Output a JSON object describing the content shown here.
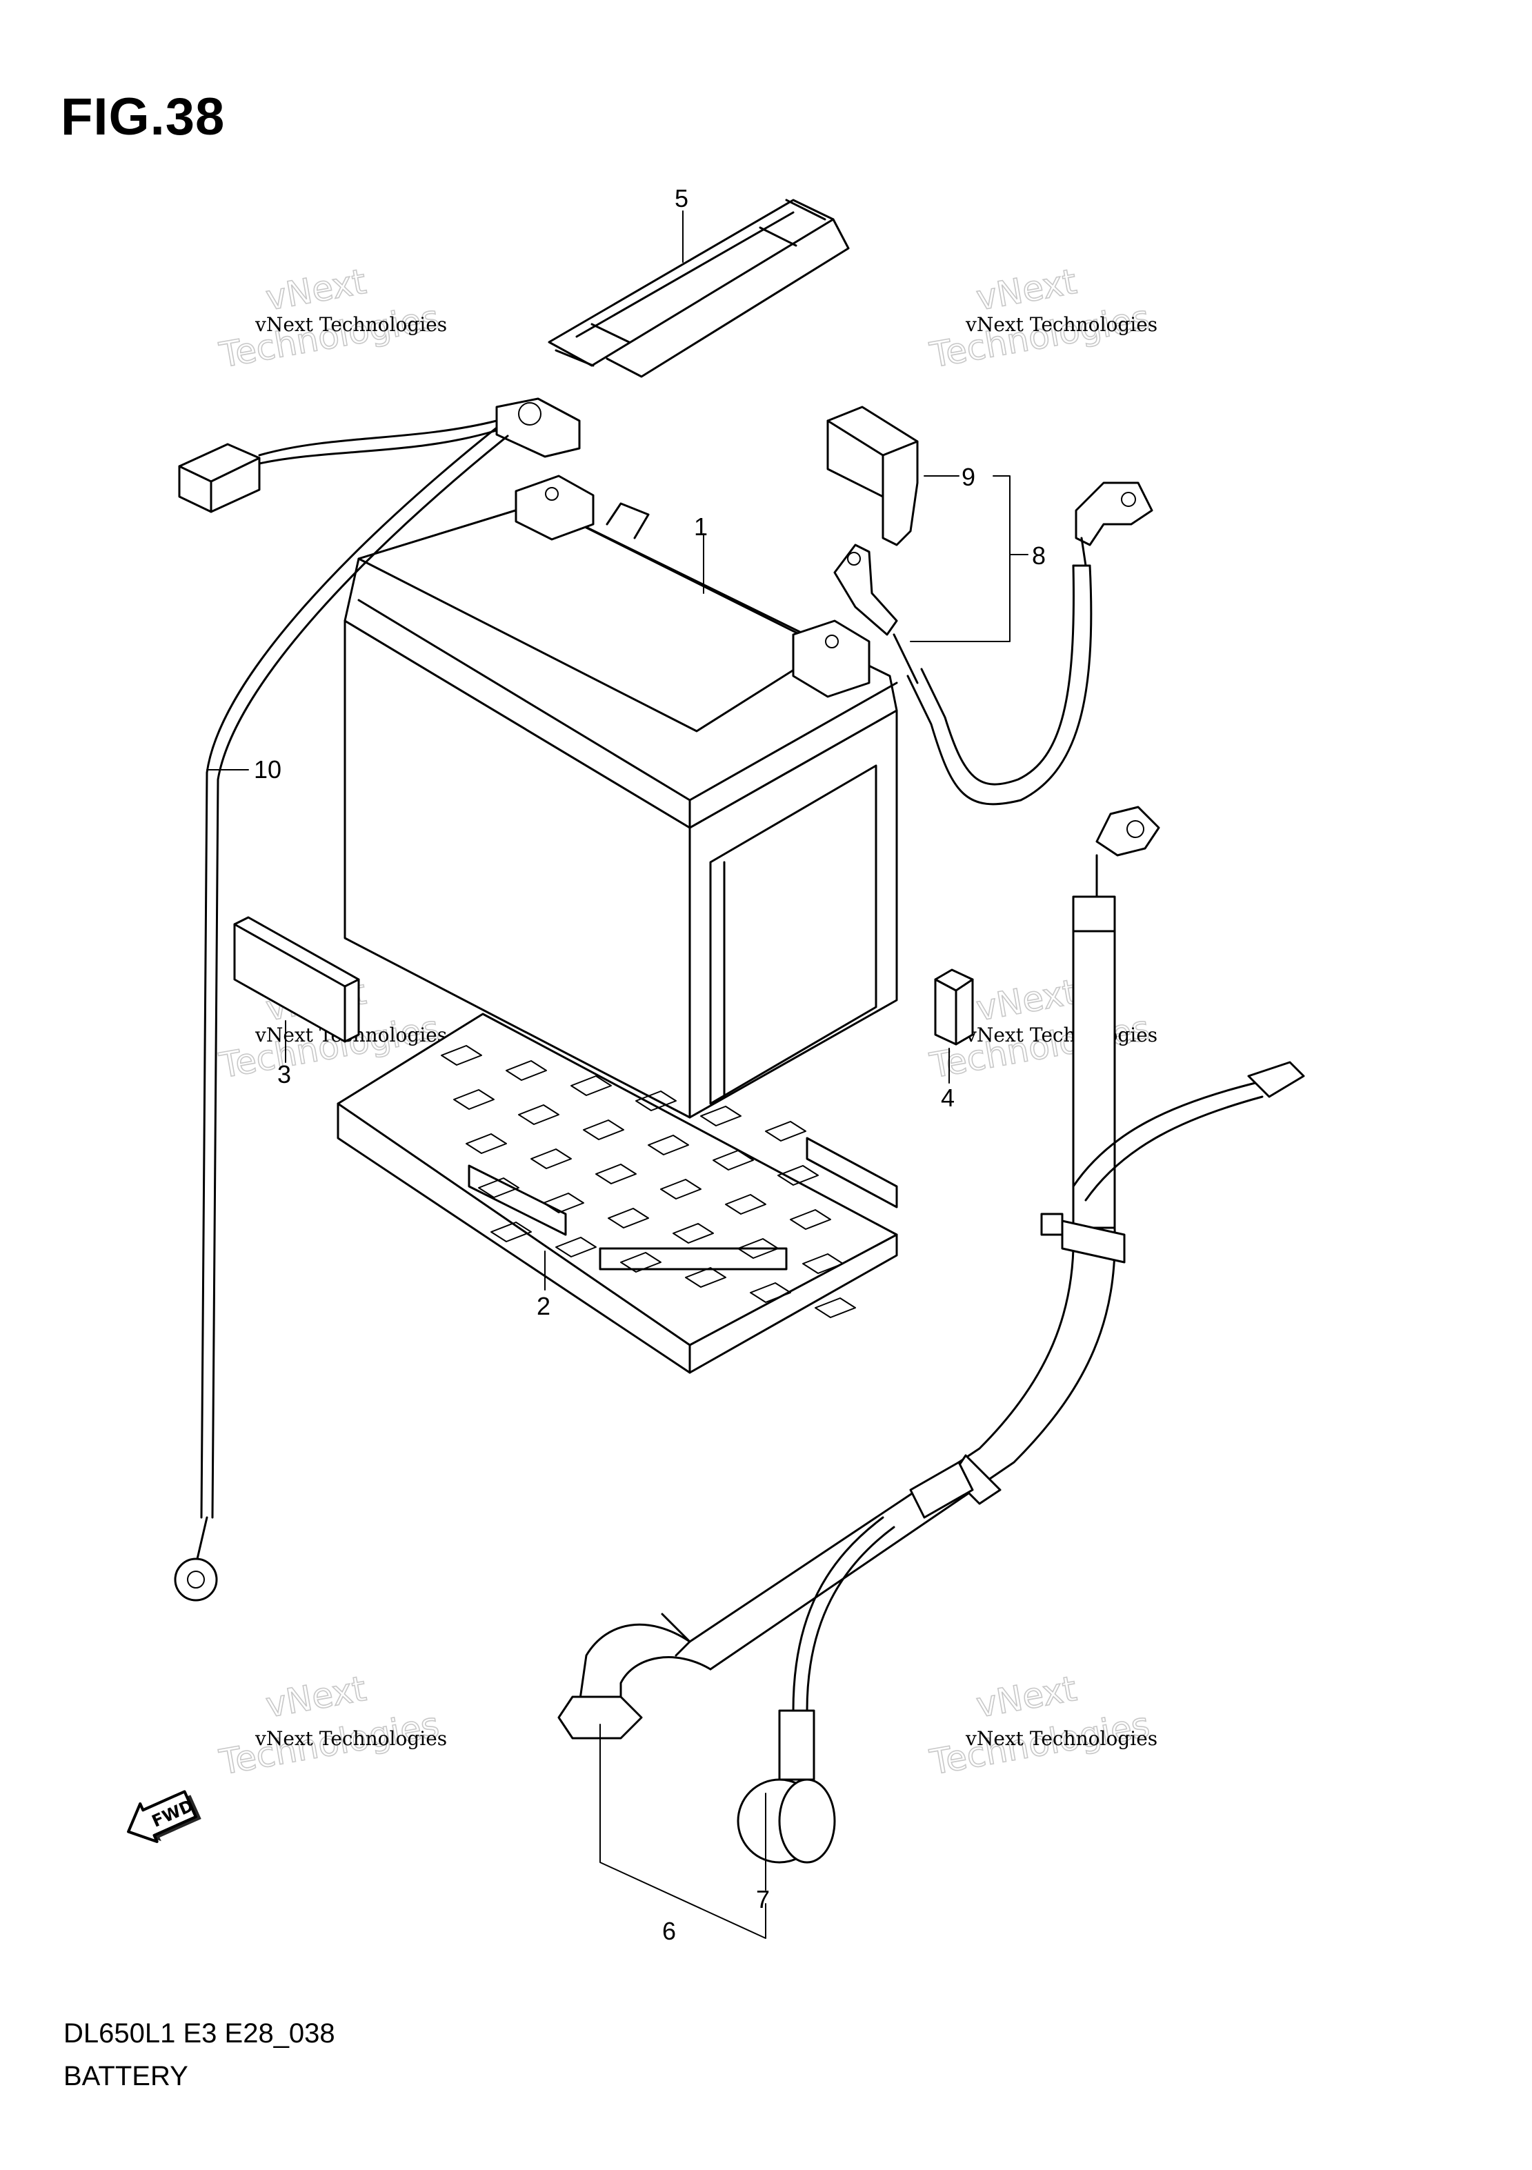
{
  "figure": {
    "title": "FIG.38"
  },
  "footer": {
    "model_code": "DL650L1 E3 E28_038",
    "section_name": "BATTERY"
  },
  "callouts": [
    {
      "id": "1",
      "label": "1"
    },
    {
      "id": "2",
      "label": "2"
    },
    {
      "id": "3",
      "label": "3"
    },
    {
      "id": "4",
      "label": "4"
    },
    {
      "id": "5",
      "label": "5"
    },
    {
      "id": "6",
      "label": "6"
    },
    {
      "id": "7",
      "label": "7"
    },
    {
      "id": "8",
      "label": "8"
    },
    {
      "id": "9",
      "label": "9"
    },
    {
      "id": "10",
      "label": "10"
    }
  ],
  "watermark": {
    "line1": "vNext Technologies",
    "line2": "vNext",
    "line3": "Technologies"
  },
  "direction_badge": {
    "label": "FWD"
  }
}
